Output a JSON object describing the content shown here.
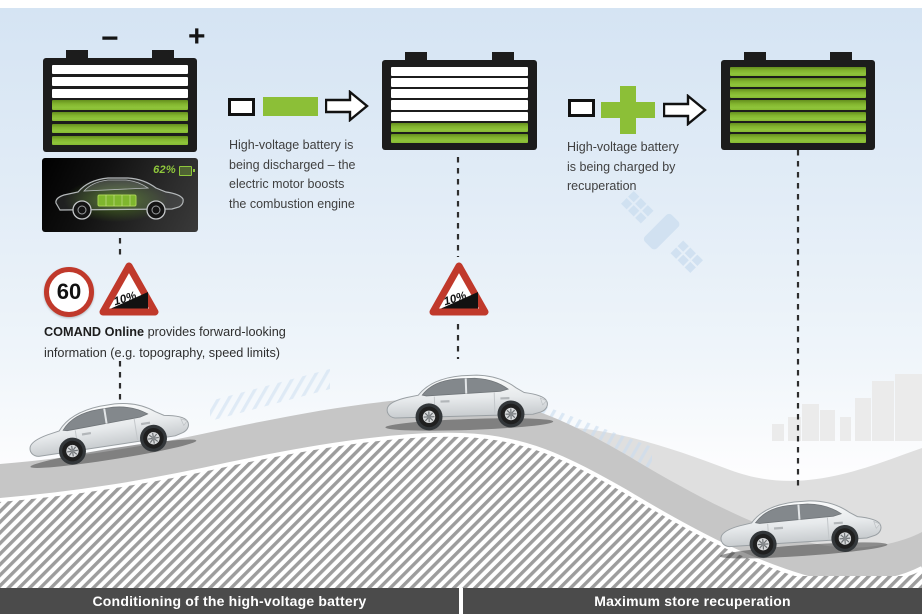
{
  "batteries": {
    "b1": {
      "cells": [
        "white",
        "white",
        "white",
        "green",
        "green",
        "green",
        "green"
      ],
      "terminal_minus": "−",
      "terminal_plus": "+"
    },
    "b2": {
      "cells": [
        "white",
        "white",
        "white",
        "white",
        "white",
        "green",
        "green"
      ]
    },
    "b3": {
      "cells": [
        "green",
        "green",
        "green",
        "green",
        "green",
        "green",
        "green"
      ]
    }
  },
  "display": {
    "charge_percent": "62%"
  },
  "flow_discharge": {
    "lines": [
      "High-voltage battery is",
      "being discharged – the",
      "electric motor boosts",
      "the combustion engine"
    ]
  },
  "flow_charge": {
    "lines": [
      "High-voltage battery",
      "is being charged by",
      "recuperation"
    ]
  },
  "comand_note": {
    "bold": "COMAND Online",
    "line1_rest": " provides forward-looking",
    "line2": "information (e.g. topography, speed limits)"
  },
  "signs": {
    "speed_limit": "60",
    "gradient": "10%"
  },
  "footer": {
    "left_label": "Conditioning of the high-voltage battery",
    "right_label": "Maximum store recuperation"
  },
  "colors": {
    "green": "#8cbf37",
    "sign_red": "#c0392b",
    "battery_frame": "#1c1c1c",
    "footer_bg": "#4b4b4b",
    "sky_top": "#d5e4f3",
    "road_gray": "#c6c6c6"
  }
}
